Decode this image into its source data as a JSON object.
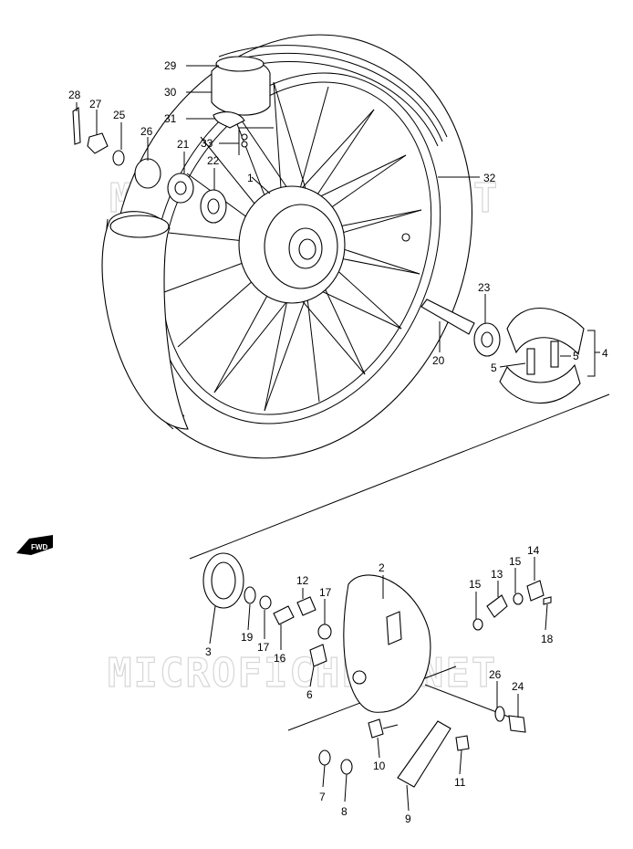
{
  "watermark": "MICROFICHES.NET",
  "fwd_label": "FWD",
  "callouts": [
    "1",
    "2",
    "3",
    "4",
    "5",
    "5",
    "6",
    "7",
    "8",
    "9",
    "10",
    "11",
    "12",
    "13",
    "14",
    "15",
    "15",
    "16",
    "17",
    "17",
    "18",
    "19",
    "20",
    "21",
    "22",
    "23",
    "24",
    "25",
    "26",
    "26",
    "27",
    "28",
    "29",
    "30",
    "31",
    "32",
    "33"
  ]
}
